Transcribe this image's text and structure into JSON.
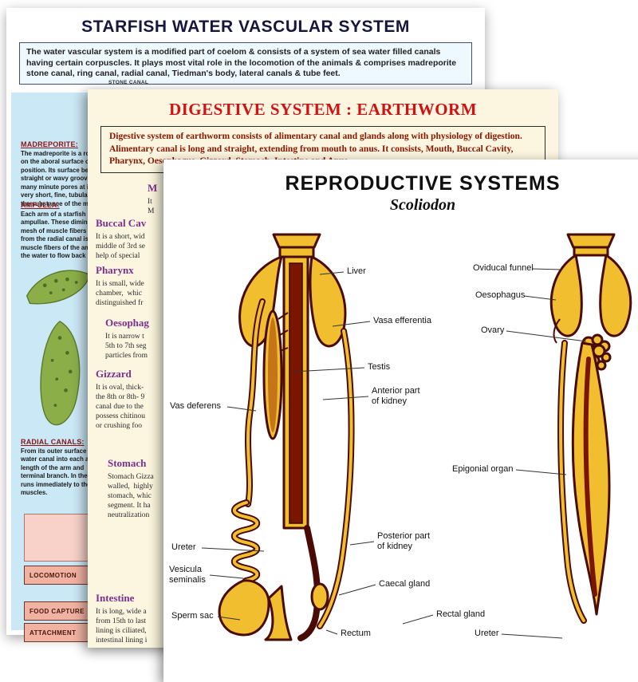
{
  "colors": {
    "starfish_bg": "#cae8f5",
    "earthworm_bg": "#fcf6e0",
    "earthworm_title_red": "#d11212",
    "earthworm_heading_purple": "#7d2f8f",
    "diagram_yellow": "#f0be2e",
    "diagram_outline": "#4a0b04",
    "chip_pink": "#f2b2a2"
  },
  "starfish_poster": {
    "title": "STARFISH WATER VASCULAR SYSTEM",
    "intro": "The water vascular system is a modified part of coelom & consists of a system of sea water filled canals having certain corpuscles. It plays most vital role in the locomotion of the animals & comprises madreporite stone canal, ring canal, radial canal, Tiedman's body, lateral canals & tube feet.",
    "stone_canal_label": "STONE CANAL",
    "sections": [
      {
        "heading": "MADREPORITE:",
        "body": "The madreporite is a rounde\non the aboral surface of the\nposition. Its surface bears a\nstraight or wavy grooves or fu\nmany minute pores at its bot\nvery short, fine, tubular pore-c\nthe substance of the madrepo"
      },
      {
        "heading": "AMPULLA:",
        "body": "Each arm of a starfish\nampullae. These diminutiv\nmesh of muscle fibers and\nfrom the radial canal is\nmuscle fibers of the ampu\nthe water to flow back to th"
      },
      {
        "heading": "RADIAL CANALS:",
        "body": "From its outer surface th\nwater canal into each a\nlength of the arm and\nterminal branch. In the\nruns immediately to the\nmuscles."
      }
    ],
    "bottom_labels": [
      "LOCOMOTION",
      "FOOD CAPTURE",
      "ATTACHMENT"
    ]
  },
  "earthworm_poster": {
    "title": "DIGESTIVE SYSTEM : EARTHWORM",
    "intro": "Digestive system of earthworm consists of alimentary canal and glands along with physiology of digestion. Alimentary canal is long and straight, extending from mouth to anus. It consists, Mouth, Buccal Cavity, Pharynx,  Oesophagus, Gizzard, Stomach,  Intestine and Anus.",
    "sections": [
      {
        "heading": "M",
        "body": "It\nM"
      },
      {
        "heading": "Buccal Cav",
        "body": "It is a short, wid\nmiddle of 3rd se\nhelp of special"
      },
      {
        "heading": "Pharynx",
        "body": "It is small, wide\nchamber,  whic\ndistinguished fr"
      },
      {
        "heading": "Oesophag",
        "body": "It is narrow t\n5th to 7th seg\nparticles from"
      },
      {
        "heading": "Gizzard",
        "body": "It is oval, thick-\nthe 8th or 8th- 9\ncanal due to the\npossess chitinou\nor crushing foo"
      },
      {
        "heading": "Stomach",
        "body": "Stomach Gizza\nwalled,  highly\nstomach, whic\nsegment. It ha\nneutralization"
      },
      {
        "heading": "Intestine",
        "body": "It is long, wide a\nfrom 15th to last\nlining is ciliated,\nintestinal lining i"
      }
    ]
  },
  "scoliodon_poster": {
    "title": "REPRODUCTIVE SYSTEMS",
    "subtitle": "Scoliodon",
    "male_labels": {
      "liver": "Liver",
      "vasa_efferentia": "Vasa efferentia",
      "testis": "Testis",
      "anterior_kidney": "Anterior part\nof kidney",
      "vas_deferens": "Vas deferens",
      "ureter": "Ureter",
      "vesicula_seminalis": "Vesicula\nseminalis",
      "sperm_sac": "Sperm sac",
      "posterior_kidney": "Posterior part\nof kidney",
      "caecal_gland": "Caecal gland",
      "rectal_gland": "Rectal gland",
      "rectum": "Rectum"
    },
    "female_labels": {
      "oviducal_funnel": "Oviducal funnel",
      "oesophagus": "Oesophagus",
      "ovary": "Ovary",
      "epigonial_organ": "Epigonial organ",
      "ureter": "Ureter"
    }
  }
}
